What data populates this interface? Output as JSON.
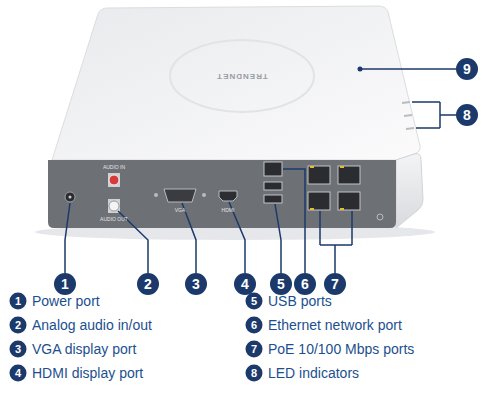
{
  "diagram": {
    "labels": [
      "TRENDNET",
      "AUDIO IN",
      "AUDIO OUT",
      "VGA",
      "HDMI",
      "1",
      "2",
      "3",
      "4",
      "5",
      "6",
      "7",
      "8",
      "9",
      "1",
      "Power port",
      "2",
      "Analog audio in/out",
      "3",
      "VGA display port",
      "4",
      "HDMI display port",
      "5",
      "USB ports",
      "6",
      "Ethernet network port",
      "7",
      "PoE 10/100 Mbps ports",
      "8",
      "LED indicators"
    ]
  }
}
